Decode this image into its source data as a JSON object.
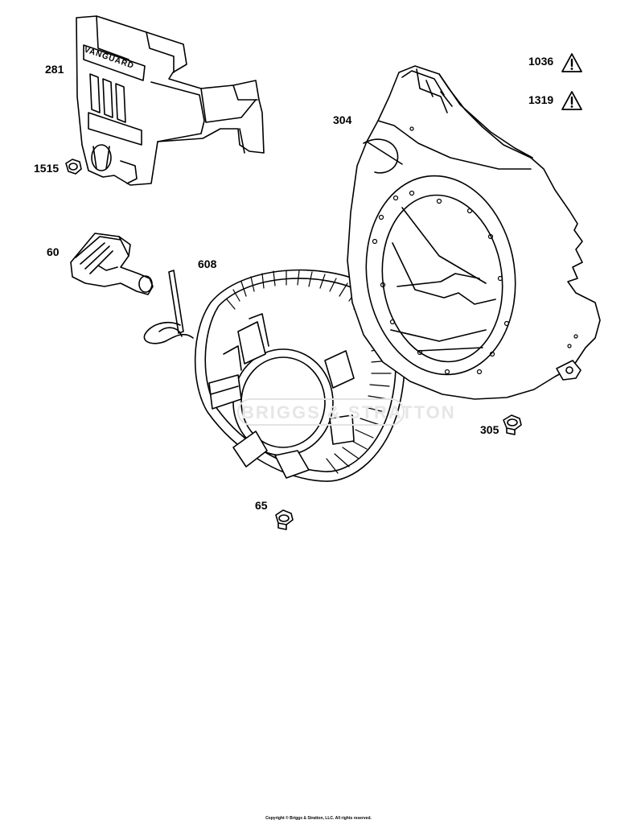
{
  "callouts": {
    "p281": "281",
    "p1515": "1515",
    "p60": "60",
    "p608": "608",
    "p65": "65",
    "p304": "304",
    "p1036": "1036",
    "p1319": "1319",
    "p305": "305"
  },
  "shroud_emboss": "VANGUARD",
  "watermark": "BRIGGS & STRATTON",
  "icons": {
    "warning": "warning-triangle-icon"
  },
  "copyright": "Copyright © Briggs & Stratton, LLC. All rights reserved."
}
